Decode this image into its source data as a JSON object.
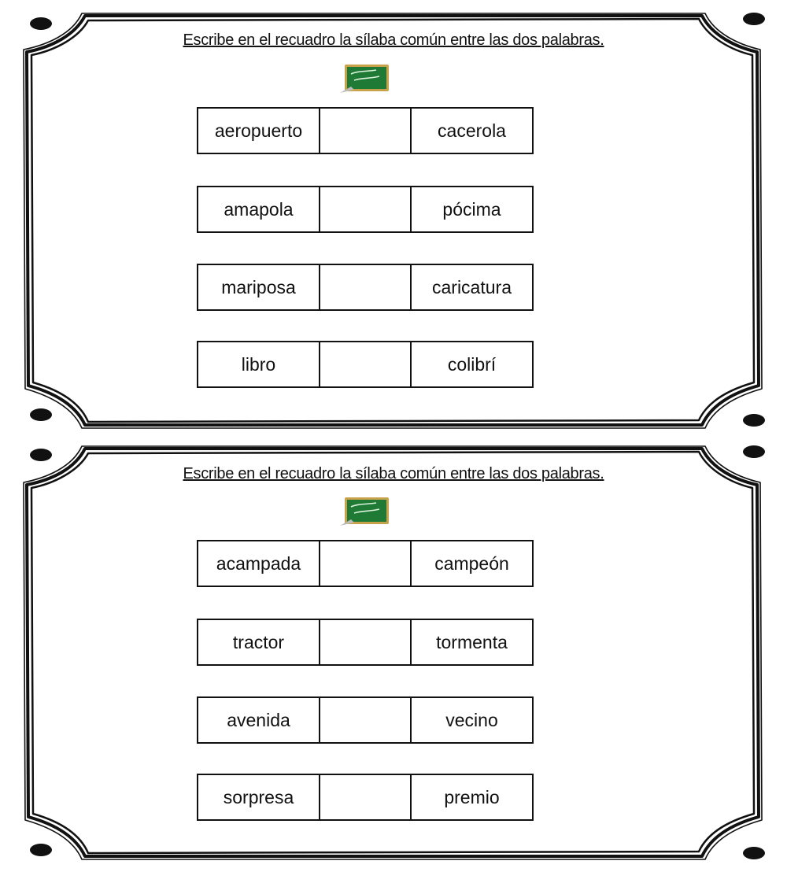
{
  "cards": [
    {
      "instruction": "Escribe en el recuadro la sílaba común entre las dos palabras.",
      "logo_icon": "chalkboard-icon",
      "rows": [
        {
          "left": "aeropuerto",
          "blank": "",
          "right": "cacerola"
        },
        {
          "left": "amapola",
          "blank": "",
          "right": "pócima"
        },
        {
          "left": "mariposa",
          "blank": "",
          "right": "caricatura"
        },
        {
          "left": "libro",
          "blank": "",
          "right": "colibrí"
        }
      ]
    },
    {
      "instruction": "Escribe en el recuadro la sílaba común entre las dos palabras.",
      "logo_icon": "chalkboard-icon",
      "rows": [
        {
          "left": "acampada",
          "blank": "",
          "right": "campeón"
        },
        {
          "left": "tractor",
          "blank": "",
          "right": "tormenta"
        },
        {
          "left": "avenida",
          "blank": "",
          "right": "vecino"
        },
        {
          "left": "sorpresa",
          "blank": "",
          "right": "premio"
        }
      ]
    }
  ],
  "colors": {
    "ink": "#111111",
    "chalkboard": "#1f7a35",
    "chalkboard_frame": "#c8a24a"
  }
}
